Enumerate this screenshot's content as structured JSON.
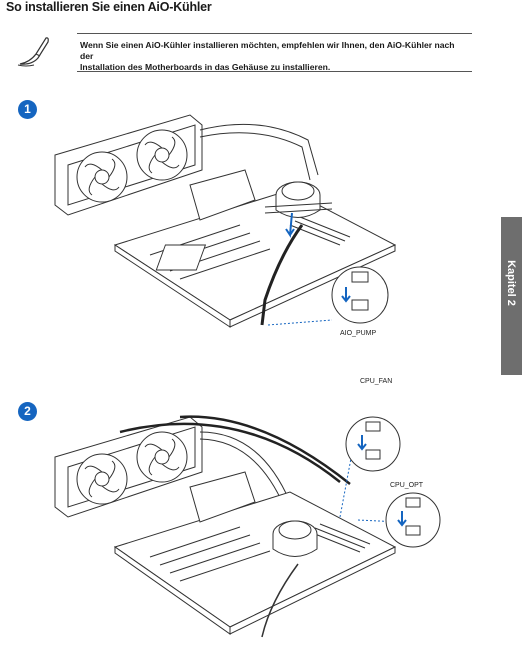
{
  "page": {
    "title": "So installieren Sie einen AiO-Kühler",
    "note": {
      "icon": "pencil-icon",
      "line1": "Wenn Sie einen AiO-Kühler installieren möchten, empfehlen wir Ihnen, den AiO-Kühler nach der",
      "line2": "Installation des Motherboards in das Gehäuse zu installieren."
    },
    "chapter_tab": "Kapitel 2",
    "steps": [
      {
        "number": "1",
        "labels": [
          "AIO_PUMP"
        ]
      },
      {
        "number": "2",
        "labels": [
          "CPU_FAN",
          "CPU_OPT"
        ]
      }
    ],
    "colors": {
      "badge": "#1565c0",
      "tab": "#6e6e6e",
      "arrow": "#1565c0"
    }
  }
}
